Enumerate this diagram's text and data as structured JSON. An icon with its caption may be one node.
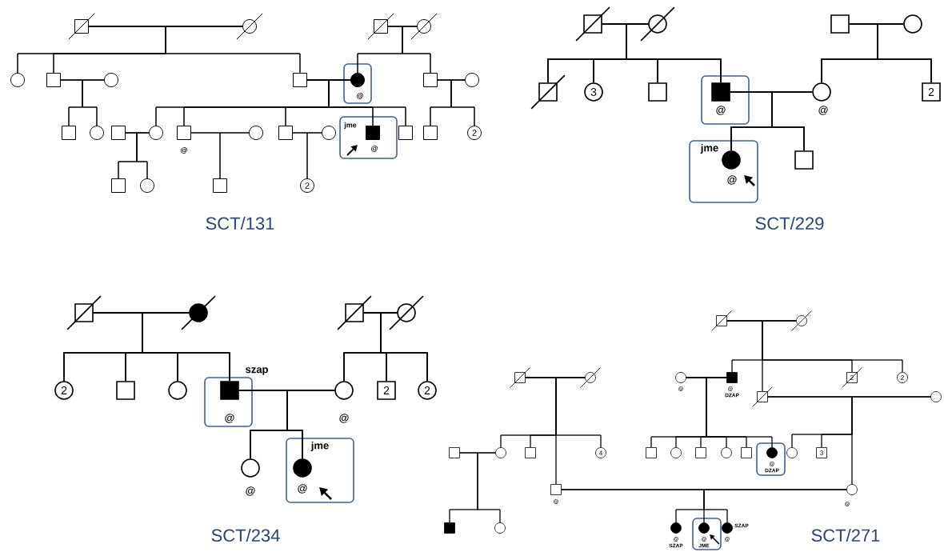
{
  "diagram": {
    "nodes": [
      {
        "text": [],
        "shape": "square"
      },
      {
        "text": [],
        "shape": "circle"
      },
      {
        "text": [],
        "shape": "square"
      },
      {
        "text": [],
        "shape": "circle"
      },
      {
        "text": [],
        "shape": "circle"
      },
      {
        "text": [],
        "shape": "square"
      },
      {
        "text": [],
        "shape": "circle"
      },
      {
        "text": [],
        "shape": "square"
      },
      {
        "text": [],
        "shape": "box"
      },
      {
        "text": [],
        "shape": "circle",
        "beside": [
          "@"
        ],
        "in": 8
      },
      {
        "text": [],
        "shape": "square"
      },
      {
        "text": [],
        "shape": "circle"
      },
      {
        "text": [],
        "shape": "square"
      },
      {
        "text": [],
        "shape": "circle"
      },
      {
        "text": [],
        "shape": "square"
      },
      {
        "text": [],
        "shape": "circle"
      },
      {
        "text": [],
        "shape": "square",
        "beside": [
          "@"
        ]
      },
      {
        "text": [],
        "shape": "circle"
      },
      {
        "text": [],
        "shape": "square"
      },
      {
        "text": [],
        "shape": "circle"
      },
      {
        "text": [],
        "shape": "box"
      },
      {
        "text": [],
        "shape": "square",
        "beside": [
          "jme",
          "@"
        ],
        "in": 20
      },
      {
        "text": [],
        "shape": "square"
      },
      {
        "text": [],
        "shape": "square"
      },
      {
        "text": [
          "2"
        ]
      },
      {
        "text": [],
        "shape": "square"
      },
      {
        "text": [],
        "shape": "circle"
      },
      {
        "text": [],
        "shape": "square"
      },
      {
        "text": [
          "2"
        ]
      },
      {
        "text": [],
        "shape": "square"
      },
      {
        "text": [],
        "shape": "circle"
      },
      {
        "text": [],
        "shape": "square"
      },
      {
        "text": [],
        "shape": "circle"
      },
      {
        "text": [],
        "shape": "square"
      },
      {
        "text": [
          "3"
        ]
      },
      {
        "text": [],
        "shape": "square"
      },
      {
        "text": [],
        "shape": "box"
      },
      {
        "text": [],
        "shape": "square",
        "beside": [
          "@"
        ],
        "in": 36
      },
      {
        "text": [],
        "shape": "circle",
        "beside": [
          "@"
        ]
      },
      {
        "text": [
          "2"
        ]
      },
      {
        "text": [],
        "shape": "box"
      },
      {
        "text": [],
        "shape": "circle",
        "beside": [
          "jme",
          "@"
        ],
        "in": 40
      },
      {
        "text": [],
        "shape": "square"
      },
      {
        "text": [],
        "shape": "square"
      },
      {
        "text": [],
        "shape": "circle"
      },
      {
        "text": [],
        "shape": "square"
      },
      {
        "text": [],
        "shape": "circle"
      },
      {
        "text": [
          "2"
        ]
      },
      {
        "text": [],
        "shape": "square"
      },
      {
        "text": [],
        "shape": "circle"
      },
      {
        "text": [],
        "shape": "box"
      },
      {
        "text": [],
        "shape": "square",
        "beside": [
          "szap",
          "@"
        ],
        "in": 50
      },
      {
        "text": [],
        "shape": "circle",
        "beside": [
          "@"
        ]
      },
      {
        "text": [
          "2"
        ]
      },
      {
        "text": [
          "2"
        ]
      },
      {
        "text": [],
        "shape": "circle",
        "beside": [
          "@"
        ]
      },
      {
        "text": [],
        "shape": "box"
      },
      {
        "text": [],
        "shape": "circle",
        "beside": [
          "jme",
          "@"
        ],
        "in": 56
      },
      {
        "text": [],
        "shape": "square"
      },
      {
        "text": [],
        "shape": "circle"
      },
      {
        "text": [],
        "shape": "square"
      },
      {
        "text": [],
        "shape": "circle"
      },
      {
        "text": [],
        "shape": "circle",
        "beside": [
          "@"
        ]
      },
      {
        "text": [],
        "shape": "square",
        "beside": [
          "@",
          "DZAP"
        ]
      },
      {
        "text": [
          "2"
        ]
      },
      {
        "text": [
          "2"
        ]
      },
      {
        "text": [],
        "shape": "square"
      },
      {
        "text": [],
        "shape": "circle"
      },
      {
        "text": [],
        "shape": "square"
      },
      {
        "text": [],
        "shape": "circle"
      },
      {
        "text": [],
        "shape": "square"
      },
      {
        "text": [
          "4"
        ]
      },
      {
        "text": [],
        "shape": "square"
      },
      {
        "text": [],
        "shape": "circle"
      },
      {
        "text": [],
        "shape": "square"
      },
      {
        "text": [],
        "shape": "circle"
      },
      {
        "text": [],
        "shape": "square"
      },
      {
        "text": [],
        "shape": "box"
      },
      {
        "text": [],
        "shape": "circle",
        "beside": [
          "@",
          "DZAP"
        ],
        "in": 77
      },
      {
        "text": [],
        "shape": "circle"
      },
      {
        "text": [
          "3"
        ]
      },
      {
        "text": [],
        "shape": "square",
        "beside": [
          "@"
        ]
      },
      {
        "text": [],
        "shape": "circle",
        "beside": [
          "@"
        ]
      },
      {
        "text": [],
        "shape": "square"
      },
      {
        "text": [],
        "shape": "circle"
      },
      {
        "text": [],
        "shape": "circle",
        "beside": [
          "@",
          "SZAP"
        ]
      },
      {
        "text": [],
        "shape": "box"
      },
      {
        "text": [],
        "shape": "circle",
        "beside": [
          "@",
          "JME"
        ],
        "in": 86
      },
      {
        "text": [],
        "shape": "circle",
        "beside": [
          "SZAP",
          "@"
        ]
      }
    ],
    "edges": [
      {
        "from": 0,
        "to": 1,
        "arrow": "none"
      },
      {
        "from": 0,
        "to": 4,
        "arrow": "none"
      },
      {
        "from": 1,
        "to": 4,
        "arrow": "none"
      },
      {
        "from": 0,
        "to": 5,
        "arrow": "none"
      },
      {
        "from": 1,
        "to": 5,
        "arrow": "none"
      },
      {
        "from": 0,
        "to": 7,
        "arrow": "none"
      },
      {
        "from": 1,
        "to": 7,
        "arrow": "none"
      },
      {
        "from": 2,
        "to": 3,
        "arrow": "none"
      },
      {
        "from": 2,
        "to": 9,
        "arrow": "none"
      },
      {
        "from": 3,
        "to": 9,
        "arrow": "none"
      },
      {
        "from": 2,
        "to": 10,
        "arrow": "none"
      },
      {
        "from": 3,
        "to": 10,
        "arrow": "none"
      },
      {
        "from": 5,
        "to": 6,
        "arrow": "none"
      },
      {
        "from": 5,
        "to": 12,
        "arrow": "none"
      },
      {
        "from": 6,
        "to": 12,
        "arrow": "none"
      },
      {
        "from": 5,
        "to": 13,
        "arrow": "none"
      },
      {
        "from": 6,
        "to": 13,
        "arrow": "none"
      },
      {
        "from": 7,
        "to": 9,
        "arrow": "none"
      },
      {
        "from": 7,
        "to": 15,
        "arrow": "none"
      },
      {
        "from": 9,
        "to": 15,
        "arrow": "none"
      },
      {
        "from": 7,
        "to": 16,
        "arrow": "none"
      },
      {
        "from": 9,
        "to": 16,
        "arrow": "none"
      },
      {
        "from": 7,
        "to": 18,
        "arrow": "none"
      },
      {
        "from": 9,
        "to": 18,
        "arrow": "none"
      },
      {
        "from": 7,
        "to": 21,
        "arrow": "none"
      },
      {
        "from": 9,
        "to": 21,
        "arrow": "none"
      },
      {
        "from": 7,
        "to": 22,
        "arrow": "none"
      },
      {
        "from": 9,
        "to": 22,
        "arrow": "none"
      },
      {
        "from": 10,
        "to": 11,
        "arrow": "none"
      },
      {
        "from": 10,
        "to": 23,
        "arrow": "none"
      },
      {
        "from": 11,
        "to": 23,
        "arrow": "none"
      },
      {
        "from": 10,
        "to": 24,
        "arrow": "none"
      },
      {
        "from": 11,
        "to": 24,
        "arrow": "none"
      },
      {
        "from": 14,
        "to": 15,
        "arrow": "none"
      },
      {
        "from": 14,
        "to": 25,
        "arrow": "none"
      },
      {
        "from": 15,
        "to": 25,
        "arrow": "none"
      },
      {
        "from": 14,
        "to": 26,
        "arrow": "none"
      },
      {
        "from": 15,
        "to": 26,
        "arrow": "none"
      },
      {
        "from": 16,
        "to": 17,
        "arrow": "none"
      },
      {
        "from": 16,
        "to": 27,
        "arrow": "none"
      },
      {
        "from": 17,
        "to": 27,
        "arrow": "none"
      },
      {
        "from": 18,
        "to": 19,
        "arrow": "none"
      },
      {
        "from": 18,
        "to": 28,
        "arrow": "none"
      },
      {
        "from": 19,
        "to": 28,
        "arrow": "none"
      },
      {
        "from": null,
        "to": 21,
        "arrow": "to"
      },
      {
        "from": 29,
        "to": 30,
        "arrow": "none"
      },
      {
        "from": 29,
        "to": 33,
        "arrow": "none"
      },
      {
        "from": 30,
        "to": 33,
        "arrow": "none"
      },
      {
        "from": 29,
        "to": 34,
        "arrow": "none"
      },
      {
        "from": 30,
        "to": 34,
        "arrow": "none"
      },
      {
        "from": 29,
        "to": 35,
        "arrow": "none"
      },
      {
        "from": 30,
        "to": 35,
        "arrow": "none"
      },
      {
        "from": 29,
        "to": 37,
        "arrow": "none"
      },
      {
        "from": 30,
        "to": 37,
        "arrow": "none"
      },
      {
        "from": 31,
        "to": 32,
        "arrow": "none"
      },
      {
        "from": 31,
        "to": 38,
        "arrow": "none"
      },
      {
        "from": 32,
        "to": 38,
        "arrow": "none"
      },
      {
        "from": 31,
        "to": 39,
        "arrow": "none"
      },
      {
        "from": 32,
        "to": 39,
        "arrow": "none"
      },
      {
        "from": 37,
        "to": 38,
        "arrow": "none"
      },
      {
        "from": 37,
        "to": 41,
        "arrow": "none"
      },
      {
        "from": 38,
        "to": 41,
        "arrow": "none"
      },
      {
        "from": 37,
        "to": 42,
        "arrow": "none"
      },
      {
        "from": 38,
        "to": 42,
        "arrow": "none"
      },
      {
        "from": null,
        "to": 41,
        "arrow": "to"
      },
      {
        "from": 43,
        "to": 44,
        "arrow": "none"
      },
      {
        "from": 43,
        "to": 47,
        "arrow": "none"
      },
      {
        "from": 44,
        "to": 47,
        "arrow": "none"
      },
      {
        "from": 43,
        "to": 48,
        "arrow": "none"
      },
      {
        "from": 44,
        "to": 48,
        "arrow": "none"
      },
      {
        "from": 43,
        "to": 49,
        "arrow": "none"
      },
      {
        "from": 44,
        "to": 49,
        "arrow": "none"
      },
      {
        "from": 43,
        "to": 51,
        "arrow": "none"
      },
      {
        "from": 44,
        "to": 51,
        "arrow": "none"
      },
      {
        "from": 45,
        "to": 46,
        "arrow": "none"
      },
      {
        "from": 45,
        "to": 52,
        "arrow": "none"
      },
      {
        "from": 46,
        "to": 52,
        "arrow": "none"
      },
      {
        "from": 45,
        "to": 53,
        "arrow": "none"
      },
      {
        "from": 46,
        "to": 53,
        "arrow": "none"
      },
      {
        "from": 45,
        "to": 54,
        "arrow": "none"
      },
      {
        "from": 46,
        "to": 54,
        "arrow": "none"
      },
      {
        "from": 51,
        "to": 52,
        "arrow": "none"
      },
      {
        "from": 51,
        "to": 55,
        "arrow": "none"
      },
      {
        "from": 52,
        "to": 55,
        "arrow": "none"
      },
      {
        "from": 51,
        "to": 57,
        "arrow": "none"
      },
      {
        "from": 52,
        "to": 57,
        "arrow": "none"
      },
      {
        "from": null,
        "to": 57,
        "arrow": "to"
      },
      {
        "from": 58,
        "to": 59,
        "arrow": "none"
      },
      {
        "from": 58,
        "to": 63,
        "arrow": "none"
      },
      {
        "from": 59,
        "to": 63,
        "arrow": "none"
      },
      {
        "from": 58,
        "to": 64,
        "arrow": "none"
      },
      {
        "from": 59,
        "to": 64,
        "arrow": "none"
      },
      {
        "from": 58,
        "to": 65,
        "arrow": "none"
      },
      {
        "from": 59,
        "to": 65,
        "arrow": "none"
      },
      {
        "from": 58,
        "to": 66,
        "arrow": "none"
      },
      {
        "from": 59,
        "to": 66,
        "arrow": "none"
      },
      {
        "from": 60,
        "to": 61,
        "arrow": "none"
      },
      {
        "from": 60,
        "to": 69,
        "arrow": "none"
      },
      {
        "from": 61,
        "to": 69,
        "arrow": "none"
      },
      {
        "from": 60,
        "to": 70,
        "arrow": "none"
      },
      {
        "from": 61,
        "to": 70,
        "arrow": "none"
      },
      {
        "from": 60,
        "to": 71,
        "arrow": "none"
      },
      {
        "from": 61,
        "to": 71,
        "arrow": "none"
      },
      {
        "from": 60,
        "to": 81,
        "arrow": "none"
      },
      {
        "from": 61,
        "to": 81,
        "arrow": "none"
      },
      {
        "from": 62,
        "to": 63,
        "arrow": "none"
      },
      {
        "from": 62,
        "to": 72,
        "arrow": "none"
      },
      {
        "from": 63,
        "to": 72,
        "arrow": "none"
      },
      {
        "from": 62,
        "to": 73,
        "arrow": "none"
      },
      {
        "from": 63,
        "to": 73,
        "arrow": "none"
      },
      {
        "from": 62,
        "to": 74,
        "arrow": "none"
      },
      {
        "from": 63,
        "to": 74,
        "arrow": "none"
      },
      {
        "from": 62,
        "to": 75,
        "arrow": "none"
      },
      {
        "from": 63,
        "to": 75,
        "arrow": "none"
      },
      {
        "from": 62,
        "to": 76,
        "arrow": "none"
      },
      {
        "from": 63,
        "to": 76,
        "arrow": "none"
      },
      {
        "from": 62,
        "to": 78,
        "arrow": "none"
      },
      {
        "from": 63,
        "to": 78,
        "arrow": "none"
      },
      {
        "from": 66,
        "to": 67,
        "arrow": "none"
      },
      {
        "from": 66,
        "to": 79,
        "arrow": "none"
      },
      {
        "from": 67,
        "to": 79,
        "arrow": "none"
      },
      {
        "from": 66,
        "to": 80,
        "arrow": "none"
      },
      {
        "from": 67,
        "to": 80,
        "arrow": "none"
      },
      {
        "from": 66,
        "to": 82,
        "arrow": "none"
      },
      {
        "from": 67,
        "to": 82,
        "arrow": "none"
      },
      {
        "from": 68,
        "to": 69,
        "arrow": "none"
      },
      {
        "from": 68,
        "to": 83,
        "arrow": "none"
      },
      {
        "from": 69,
        "to": 83,
        "arrow": "none"
      },
      {
        "from": 68,
        "to": 84,
        "arrow": "none"
      },
      {
        "from": 69,
        "to": 84,
        "arrow": "none"
      },
      {
        "from": 81,
        "to": 82,
        "arrow": "none"
      },
      {
        "from": 81,
        "to": 85,
        "arrow": "none"
      },
      {
        "from": 82,
        "to": 85,
        "arrow": "none"
      },
      {
        "from": 81,
        "to": 87,
        "arrow": "none"
      },
      {
        "from": 82,
        "to": 87,
        "arrow": "none"
      },
      {
        "from": 81,
        "to": 88,
        "arrow": "none"
      },
      {
        "from": 82,
        "to": 88,
        "arrow": "none"
      },
      {
        "from": null,
        "to": 87,
        "arrow": "to"
      }
    ],
    "labels": [
      "SCT/131",
      "SCT/229",
      "SCT/234",
      "SCT/271"
    ]
  }
}
